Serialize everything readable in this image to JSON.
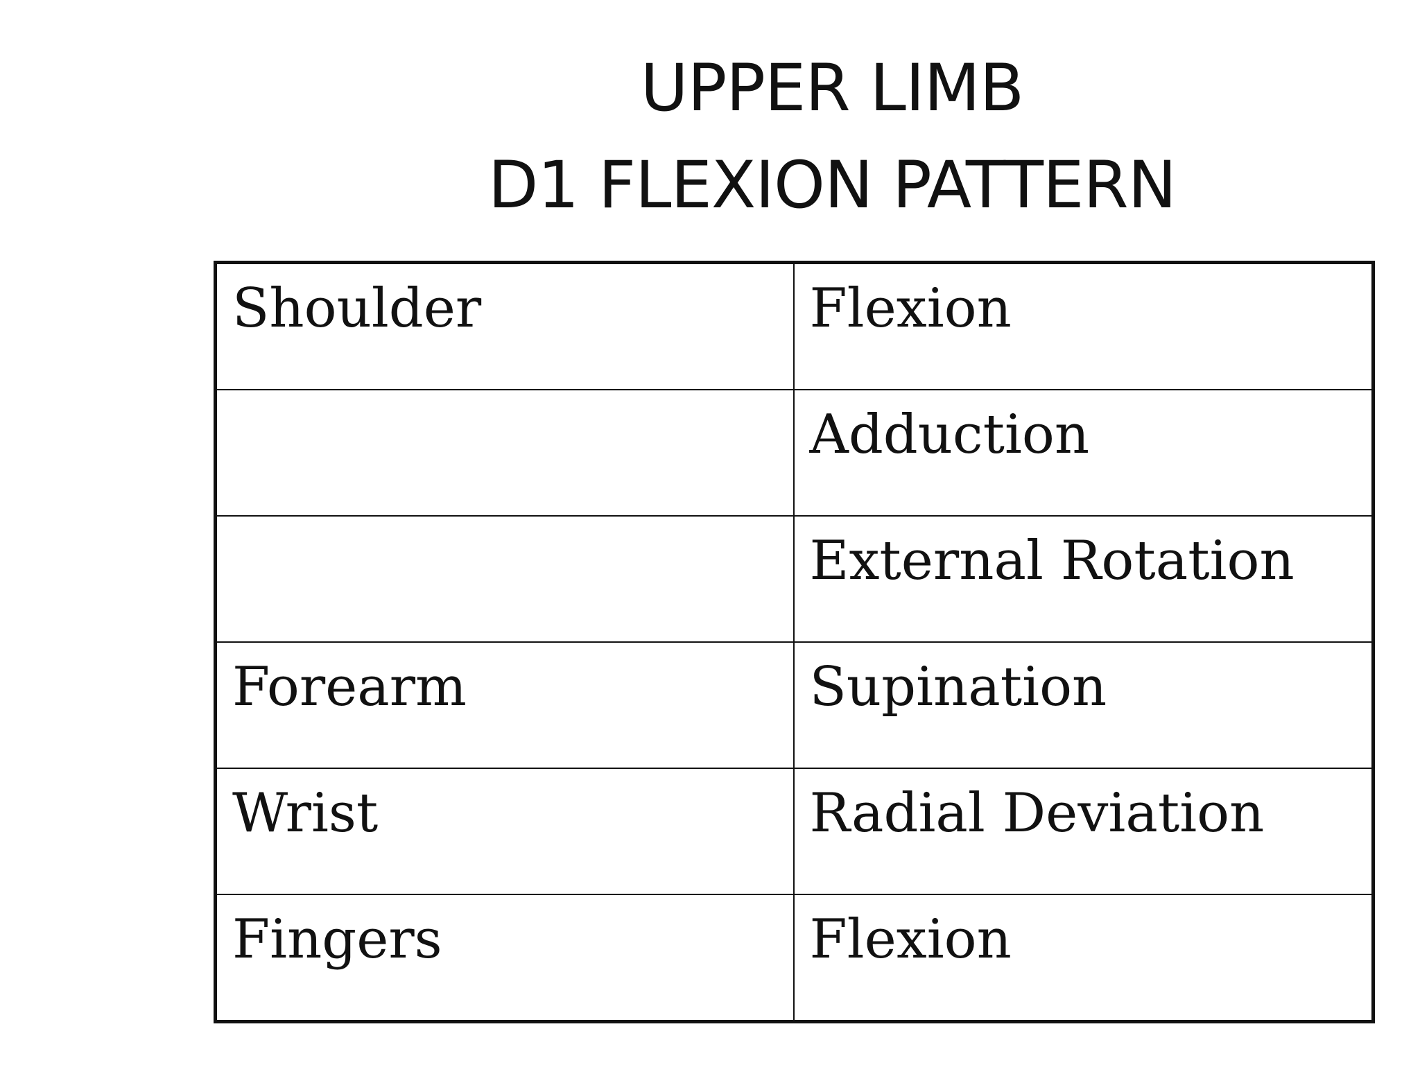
{
  "title": {
    "line1": "UPPER LIMB",
    "line2": "D1 FLEXION PATTERN"
  },
  "table": {
    "rows": [
      {
        "joint": "Shoulder",
        "motion": "Flexion"
      },
      {
        "joint": "",
        "motion": "Adduction"
      },
      {
        "joint": "",
        "motion": "External Rotation"
      },
      {
        "joint": "Forearm",
        "motion": "Supination"
      },
      {
        "joint": "Wrist",
        "motion": "Radial Deviation"
      },
      {
        "joint": "Fingers",
        "motion": "Flexion"
      }
    ]
  }
}
